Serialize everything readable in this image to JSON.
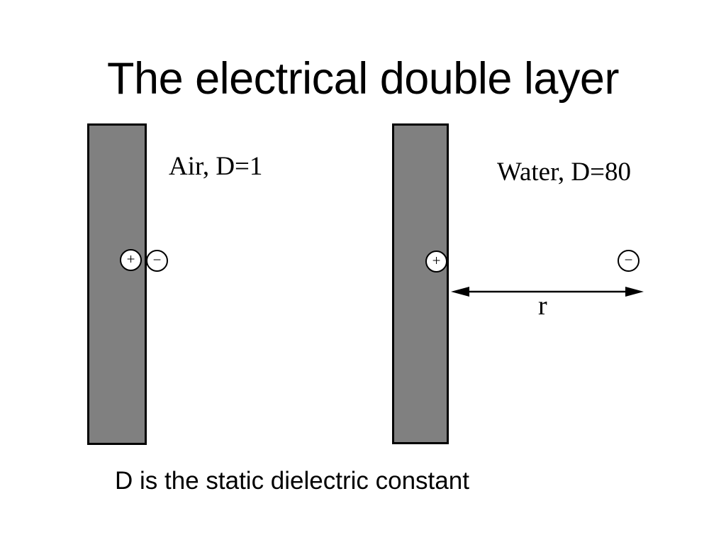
{
  "slide": {
    "title": "The electrical double layer",
    "footer": "D is the static dielectric constant",
    "colors": {
      "background": "#ffffff",
      "surface_fill": "#808080",
      "stroke": "#000000"
    },
    "diagrams": [
      {
        "name": "air",
        "label": "Air, D=1",
        "charges": [
          {
            "sign": "+"
          },
          {
            "sign": "−"
          }
        ]
      },
      {
        "name": "water",
        "label": "Water, D=80",
        "distance_label": "r",
        "charges": [
          {
            "sign": "+"
          },
          {
            "sign": "−"
          }
        ]
      }
    ]
  }
}
